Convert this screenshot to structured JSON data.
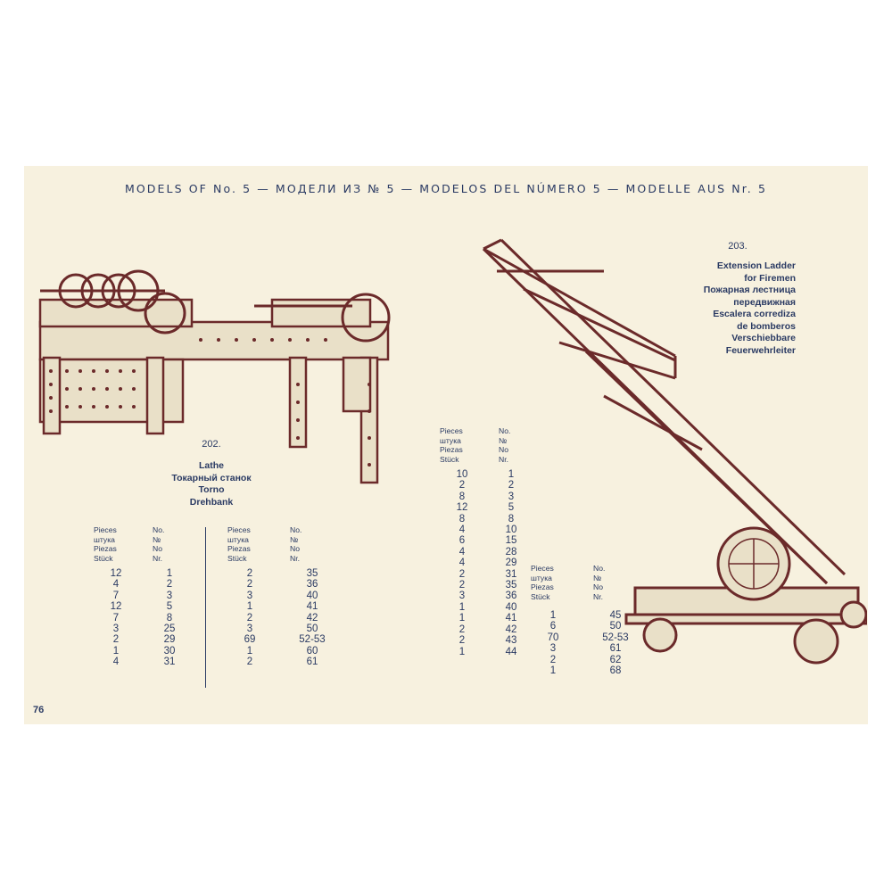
{
  "header": "MODELS OF No. 5 — МОДЕЛИ ИЗ № 5 — MODELOS DEL NÚMERO 5 — MODELLE AUS Nr. 5",
  "page_number": "76",
  "colors": {
    "paper": "#f7f1df",
    "ink": "#2a3a63",
    "illustration": "#6b2a2a"
  },
  "model_202": {
    "number": "202.",
    "names": [
      "Lathe",
      "Токарный станок",
      "Torno",
      "Drehbank"
    ],
    "col_headers": [
      "Pieces",
      "штука",
      "Piezas",
      "Stück"
    ],
    "no_headers": [
      "No.",
      "№",
      "No",
      "Nr."
    ],
    "left_rows": [
      [
        "12",
        "1"
      ],
      [
        "4",
        "2"
      ],
      [
        "7",
        "3"
      ],
      [
        "12",
        "5"
      ],
      [
        "7",
        "8"
      ],
      [
        "3",
        "25"
      ],
      [
        "2",
        "29"
      ],
      [
        "1",
        "30"
      ],
      [
        "4",
        "31"
      ]
    ],
    "right_rows": [
      [
        "2",
        "35"
      ],
      [
        "2",
        "36"
      ],
      [
        "3",
        "40"
      ],
      [
        "1",
        "41"
      ],
      [
        "2",
        "42"
      ],
      [
        "3",
        "50"
      ],
      [
        "69",
        "52-53"
      ],
      [
        "1",
        "60"
      ],
      [
        "2",
        "61"
      ]
    ]
  },
  "model_203": {
    "number": "203.",
    "names": [
      "Extension Ladder",
      "for Firemen",
      "Пожарная лестница",
      "передвижная",
      "Escalera corrediza",
      "de bomberos",
      "Verschiebbare",
      "Feuerwehrleiter"
    ],
    "col_headers": [
      "Pieces",
      "штука",
      "Piezas",
      "Stück"
    ],
    "no_headers": [
      "No.",
      "№",
      "No",
      "Nr."
    ],
    "left_rows": [
      [
        "10",
        "1"
      ],
      [
        "2",
        "2"
      ],
      [
        "8",
        "3"
      ],
      [
        "12",
        "5"
      ],
      [
        "8",
        "8"
      ],
      [
        "4",
        "10"
      ],
      [
        "6",
        "15"
      ],
      [
        "4",
        "28"
      ],
      [
        "4",
        "29"
      ],
      [
        "2",
        "31"
      ],
      [
        "2",
        "35"
      ],
      [
        "3",
        "36"
      ],
      [
        "1",
        "40"
      ],
      [
        "1",
        "41"
      ],
      [
        "2",
        "42"
      ],
      [
        "2",
        "43"
      ],
      [
        "1",
        "44"
      ]
    ],
    "right_rows": [
      [
        "1",
        "45"
      ],
      [
        "6",
        "50"
      ],
      [
        "70",
        "52-53"
      ],
      [
        "3",
        "61"
      ],
      [
        "2",
        "62"
      ],
      [
        "1",
        "68"
      ]
    ]
  }
}
